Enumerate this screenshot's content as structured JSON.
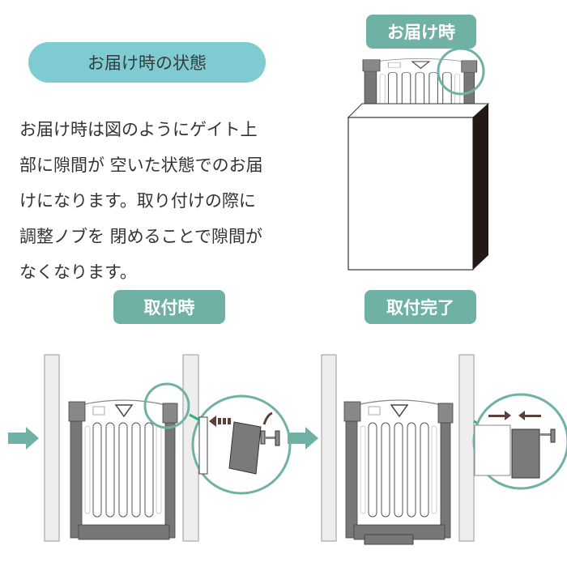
{
  "state_label": "お届け時の状態",
  "description_lines": [
    "お届け時は図のようにゲイト上",
    "部に隙間が 空いた状態でのお届",
    "けになります。取り付けの際に",
    "調整ノブを 閉めることで隙間が",
    "なくなります。"
  ],
  "tags": {
    "delivery": "お届け時",
    "installing": "取付時",
    "installed": "取付完了"
  },
  "colors": {
    "teal": "#6fb2a5",
    "light_teal": "#7ecbd2",
    "gray": "#7a7a7a",
    "arrow_brown": "#5a4038"
  }
}
